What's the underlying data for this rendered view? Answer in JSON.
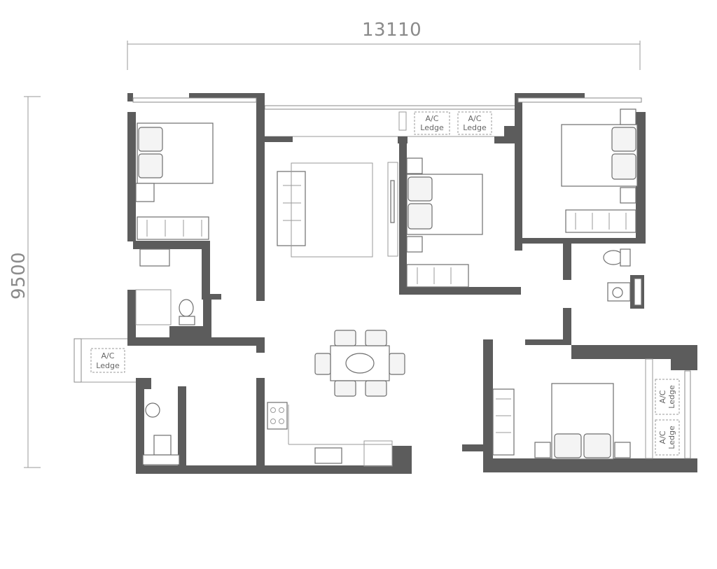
{
  "dimensions": {
    "width": "13110",
    "height": "9500"
  },
  "ledge_label_line1": "A/C",
  "ledge_label_line2": "Ledge",
  "colors": {
    "wall": "#5c5c5c",
    "line": "#9a9a9a",
    "background": "#ffffff"
  }
}
